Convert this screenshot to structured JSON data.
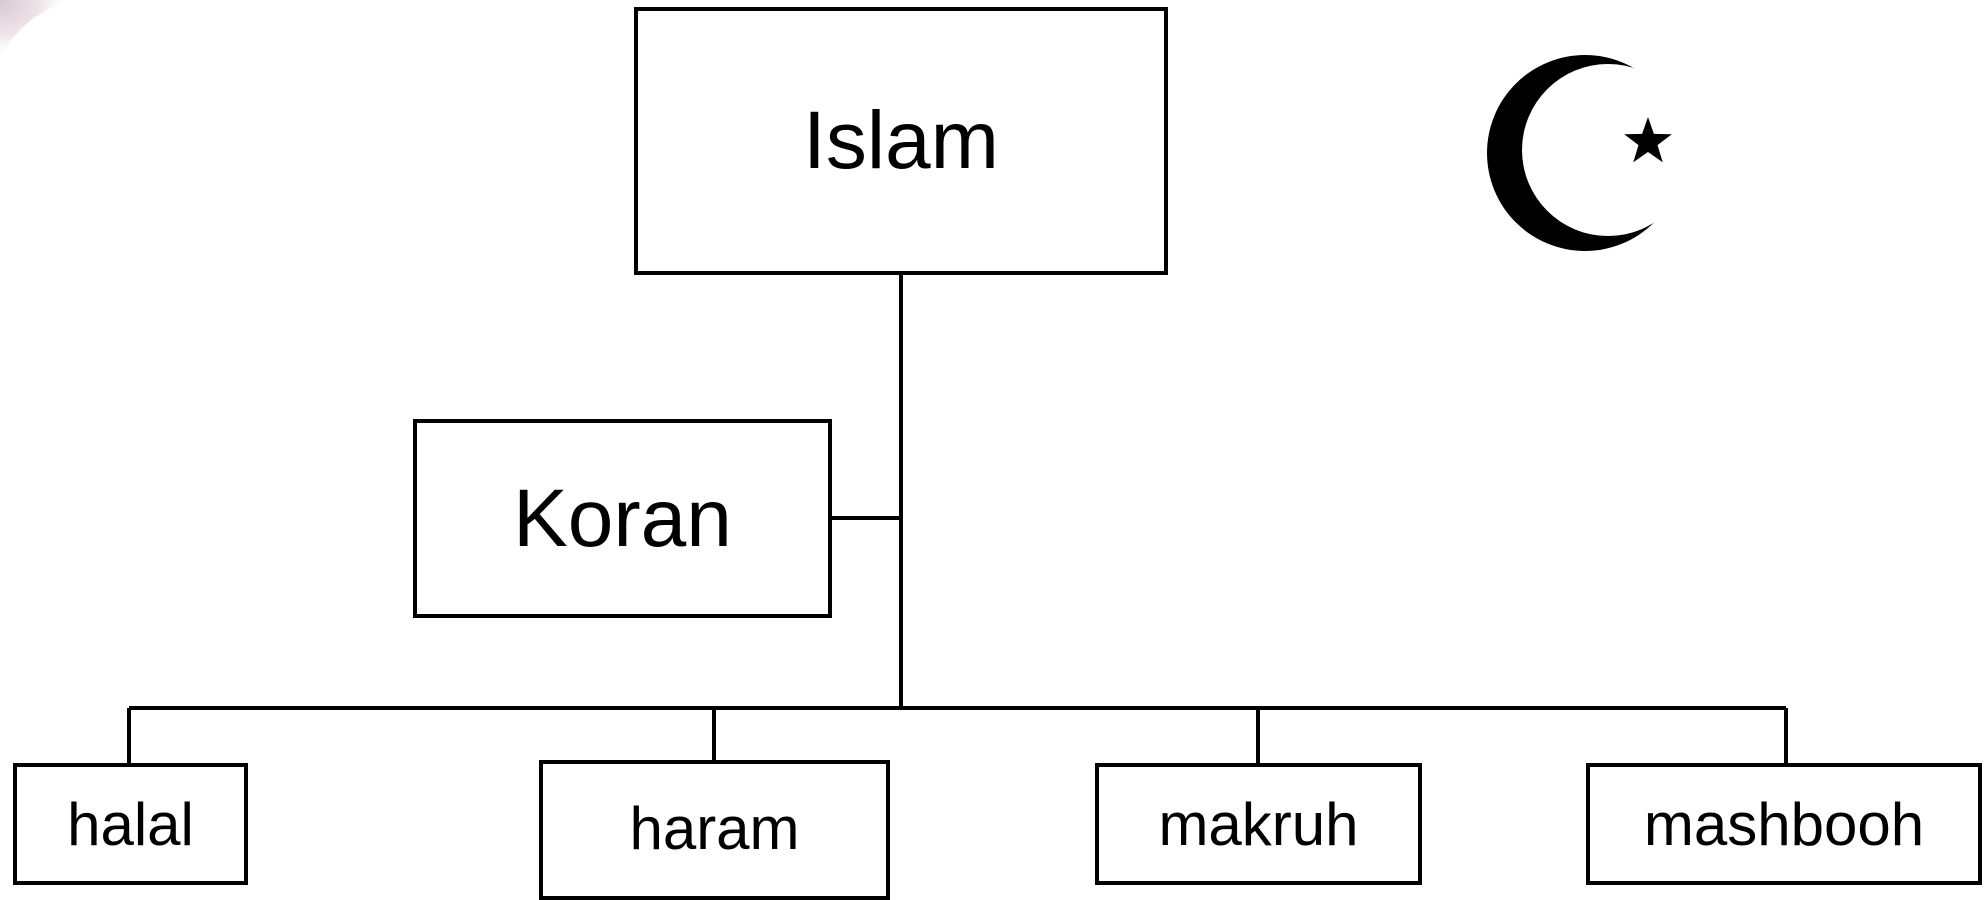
{
  "diagram": {
    "root": {
      "label": "Islam"
    },
    "side_node": {
      "label": "Koran"
    },
    "children": [
      {
        "label": "halal"
      },
      {
        "label": "haram"
      },
      {
        "label": "makruh"
      },
      {
        "label": "mashbooh"
      }
    ],
    "emblem_icon": "crescent-and-star-icon",
    "line_color": "#000000",
    "background_color": "#ffffff"
  }
}
